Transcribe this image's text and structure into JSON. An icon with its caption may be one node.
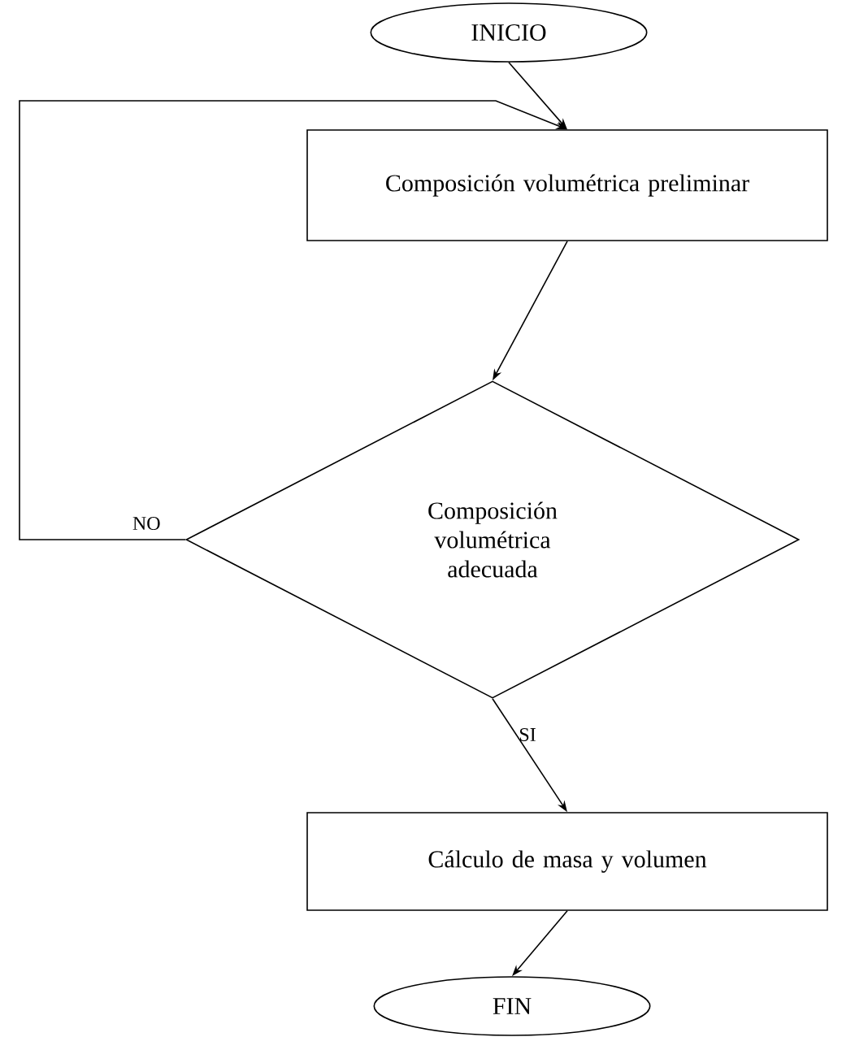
{
  "diagram": {
    "nodes": [
      {
        "text": [
          "INICIO"
        ]
      },
      {
        "text": [
          "Composición volumétrica preliminar"
        ]
      },
      {
        "text": [
          "Composición volumétrica adecuada"
        ]
      },
      {
        "text": [
          "Cálculo de masa y volumen"
        ]
      },
      {
        "text": [
          "FIN"
        ]
      }
    ],
    "edges": [
      {
        "from": 0,
        "to": 1,
        "arrow": "to"
      },
      {
        "from": 1,
        "to": 2,
        "arrow": "to"
      },
      {
        "from": 2,
        "to": 3,
        "arrow": "to",
        "label": "SI"
      },
      {
        "from": 3,
        "to": 4,
        "arrow": "to"
      },
      {
        "from": 2,
        "to": 1,
        "arrow": "to",
        "label": "NO"
      }
    ]
  }
}
